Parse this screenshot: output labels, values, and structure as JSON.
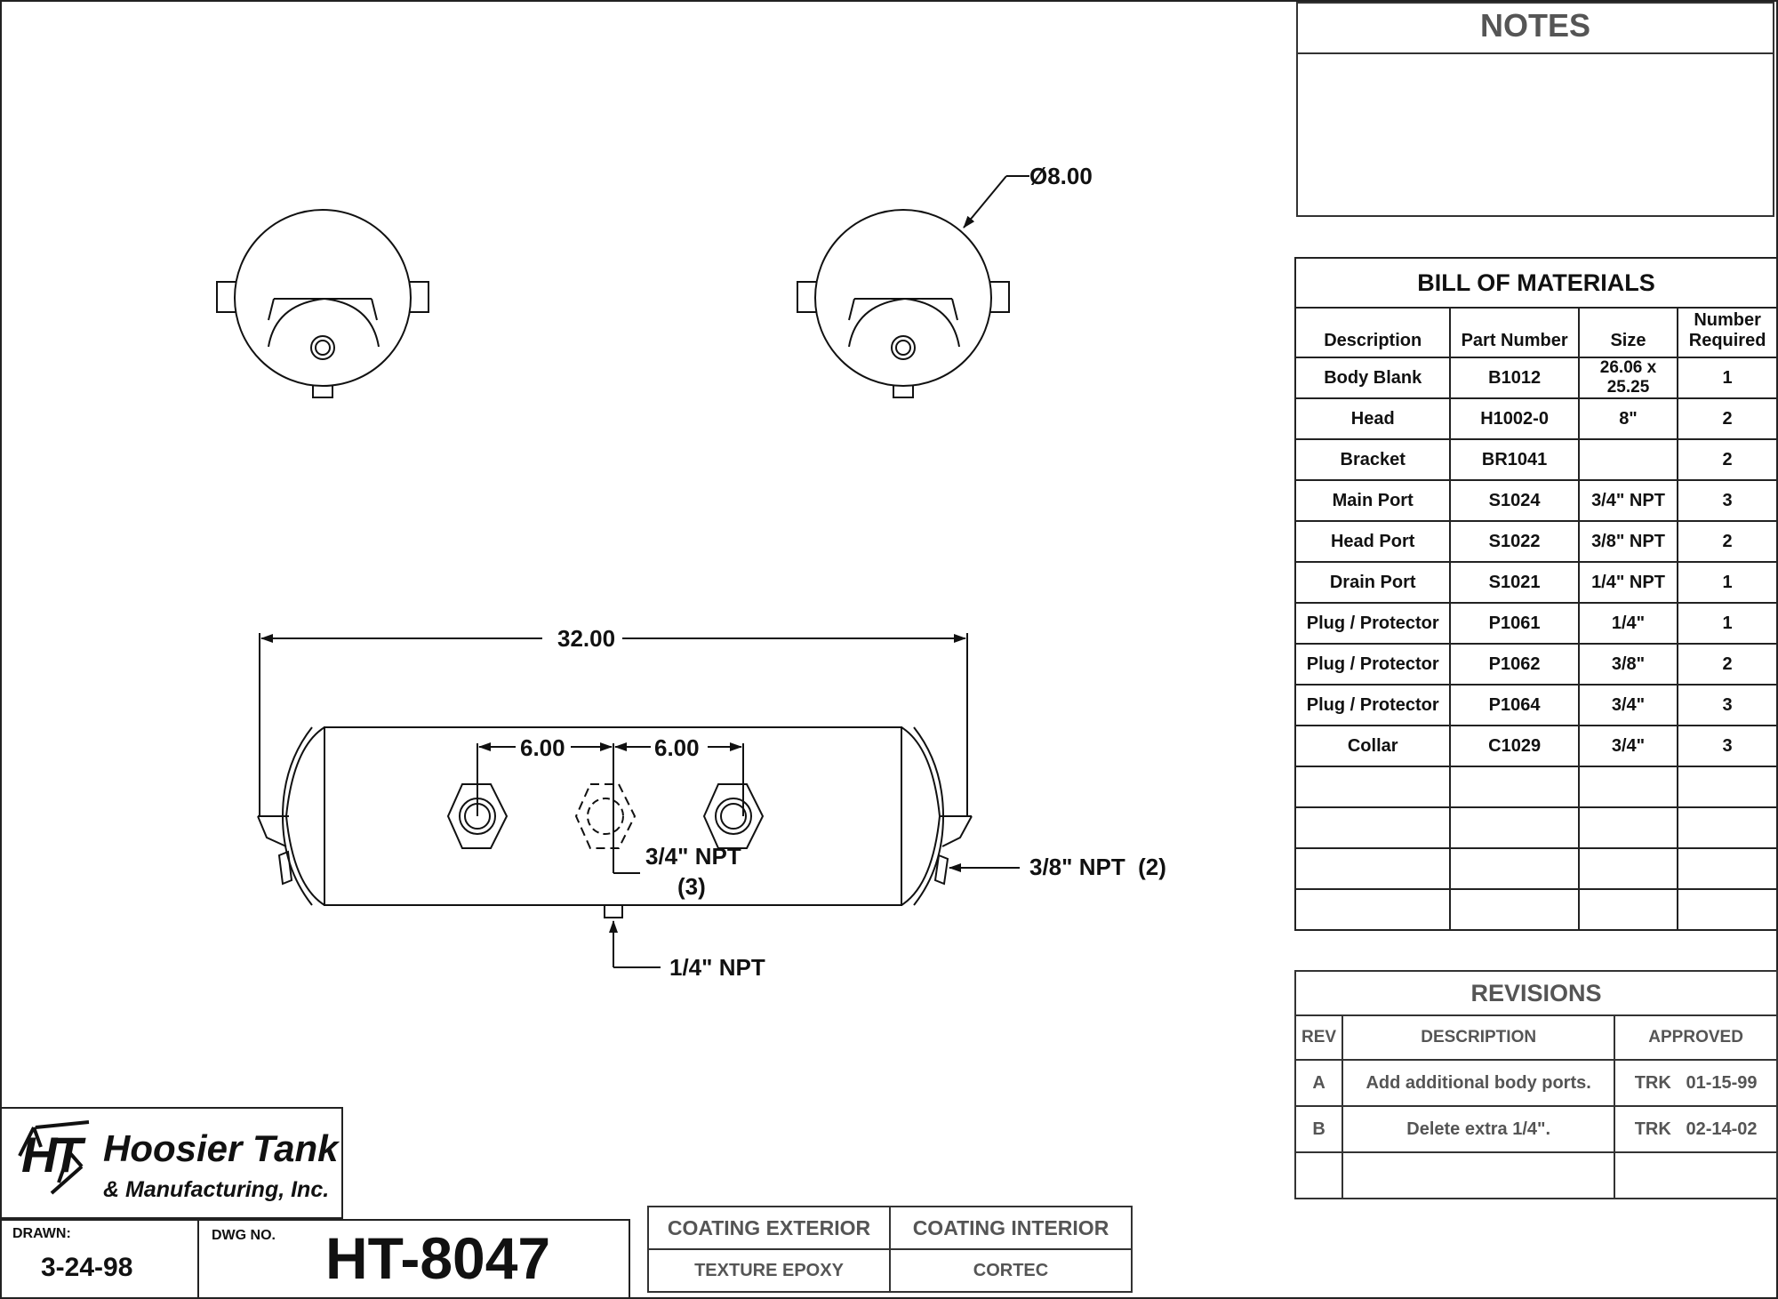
{
  "notes": {
    "title": "NOTES"
  },
  "bom": {
    "title": "BILL OF MATERIALS",
    "headers": {
      "description": "Description",
      "part_number": "Part Number",
      "size": "Size",
      "number_required": "Number Required"
    },
    "rows": [
      {
        "description": "Body Blank",
        "part": "B1012",
        "size": "26.06 x 25.25",
        "qty": "1"
      },
      {
        "description": "Head",
        "part": "H1002-0",
        "size": "8\"",
        "qty": "2"
      },
      {
        "description": "Bracket",
        "part": "BR1041",
        "size": "",
        "qty": "2"
      },
      {
        "description": "Main Port",
        "part": "S1024",
        "size": "3/4\" NPT",
        "qty": "3"
      },
      {
        "description": "Head Port",
        "part": "S1022",
        "size": "3/8\" NPT",
        "qty": "2"
      },
      {
        "description": "Drain Port",
        "part": "S1021",
        "size": "1/4\" NPT",
        "qty": "1"
      },
      {
        "description": "Plug / Protector",
        "part": "P1061",
        "size": "1/4\"",
        "qty": "1"
      },
      {
        "description": "Plug / Protector",
        "part": "P1062",
        "size": "3/8\"",
        "qty": "2"
      },
      {
        "description": "Plug / Protector",
        "part": "P1064",
        "size": "3/4\"",
        "qty": "3"
      },
      {
        "description": "Collar",
        "part": "C1029",
        "size": "3/4\"",
        "qty": "3"
      }
    ]
  },
  "revisions": {
    "title": "REVISIONS",
    "headers": {
      "rev": "REV",
      "description": "DESCRIPTION",
      "approved": "APPROVED"
    },
    "rows": [
      {
        "rev": "A",
        "description": "Add additional body ports.",
        "approved": "TRK   01-15-99"
      },
      {
        "rev": "B",
        "description": "Delete extra 1/4\".",
        "approved": "TRK   02-14-02"
      }
    ]
  },
  "title_block": {
    "company_line1": "Hoosier Tank",
    "company_line2": "& Manufacturing, Inc.",
    "logo_initials": "HT",
    "drawn_label": "DRAWN:",
    "drawn_date": "3-24-98",
    "dwg_label": "DWG NO.",
    "dwg_number": "HT-8047",
    "coating_exterior_label": "COATING EXTERIOR",
    "coating_exterior_value": "TEXTURE EPOXY",
    "coating_interior_label": "COATING INTERIOR",
    "coating_interior_value": "CORTEC"
  },
  "drawing": {
    "diameter_dim": "Ø8.00",
    "length_dim": "32.00",
    "port_spacing_left": "6.00",
    "port_spacing_right": "6.00",
    "main_port_callout_line1": "3/4\" NPT",
    "main_port_callout_line2": "(3)",
    "head_port_callout": "3/8\" NPT  (2)",
    "drain_port_callout": "1/4\" NPT"
  }
}
